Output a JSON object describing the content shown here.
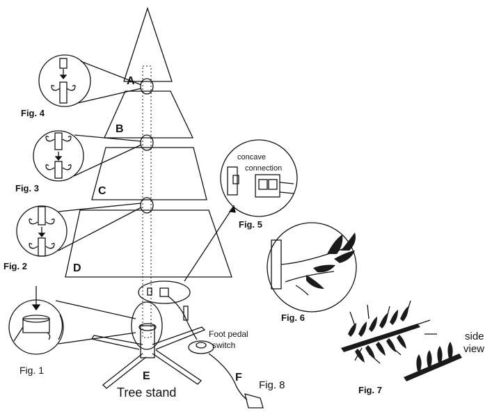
{
  "sections": {
    "a": "A",
    "b": "B",
    "c": "C",
    "d": "D",
    "e": "E",
    "f": "F"
  },
  "figures": {
    "fig1": "Fig. 1",
    "fig2": "Fig. 2",
    "fig3": "Fig. 3",
    "fig4": "Fig. 4",
    "fig5": "Fig. 5",
    "fig6": "Fig. 6",
    "fig7": "Fig. 7",
    "fig8": "Fig. 8"
  },
  "callouts": {
    "concave": "concave",
    "connection": "connection",
    "foot_pedal": "Foot pedal",
    "switch": "switch",
    "side": "side",
    "view": "view",
    "tree_stand": "Tree stand"
  }
}
